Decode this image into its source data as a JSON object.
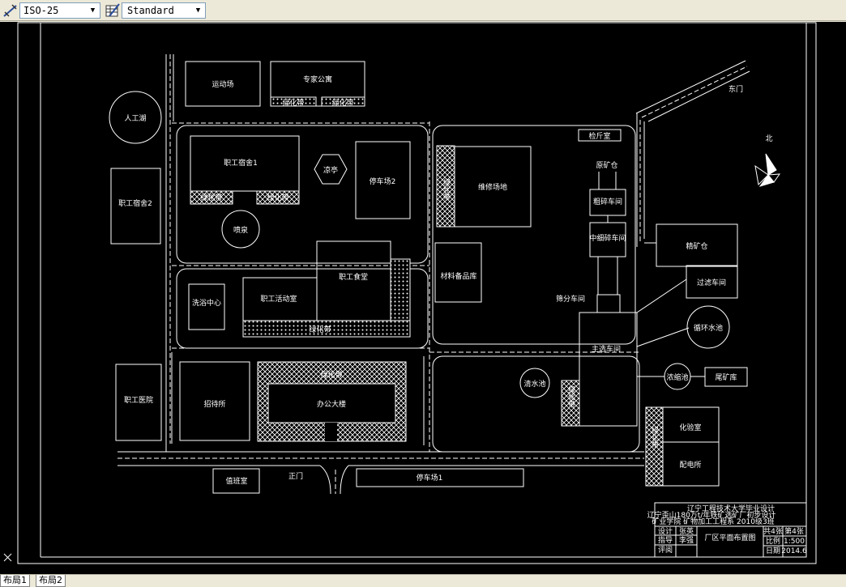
{
  "toolbar": {
    "dimstyle_value": "ISO-25",
    "textstyle_value": "Standard"
  },
  "tabs": [
    "布局1",
    "布局2"
  ],
  "labels": {
    "sports_field": "运动场",
    "expert_apartment": "专家公寓",
    "green_belt": "绿化带",
    "east_gate": "东门",
    "artificial_lake": "人工湖",
    "staff_dorm1": "职工宿舍1",
    "pavilion": "凉亭",
    "parking2": "停车场2",
    "weigh_room": "检斤室",
    "north": "北",
    "staff_dorm2": "职工宿舍2",
    "fountain": "喷泉",
    "repair_field": "维修场地",
    "raw_ore_bin": "原矿仓",
    "coarse_crush": "粗碎车间",
    "mid_crush": "中细碎车间",
    "concentrate_bin": "精矿仓",
    "filter_plant": "过滤车间",
    "materials_warehouse": "材料备品库",
    "staff_canteen": "职工食堂",
    "bath_center": "洗浴中心",
    "activity_room": "职工活动室",
    "screening": "筛分车间",
    "circulating_pool": "循环水池",
    "main_plant": "主选车间",
    "clean_pool": "清水池",
    "thickener": "浓缩池",
    "tailings": "尾矿库",
    "staff_hospital": "职工医院",
    "guesthouse": "招待所",
    "office_building": "办公大楼",
    "lab": "化验室",
    "substation": "配电所",
    "main_gate": "正门",
    "guard_room": "值班室",
    "parking1": "停车场1"
  },
  "title_block": {
    "univ": "辽宁工程技术大学毕业设计",
    "project": "辽宁歪山180万t/年铁矿选矿厂初步设计",
    "major": "矿业学院   矿物加工工程系   2010级3班",
    "design": "设计",
    "designer": "张英",
    "guide": "指导",
    "advisor": "李强",
    "review": "评阅",
    "drawing_name": "厂区平面布置图",
    "total_label": "共4张",
    "sheet_label": "第4张",
    "scale_label": "比例",
    "scale_value": "1:500",
    "date_label": "日期",
    "date_value": "2014.6"
  }
}
